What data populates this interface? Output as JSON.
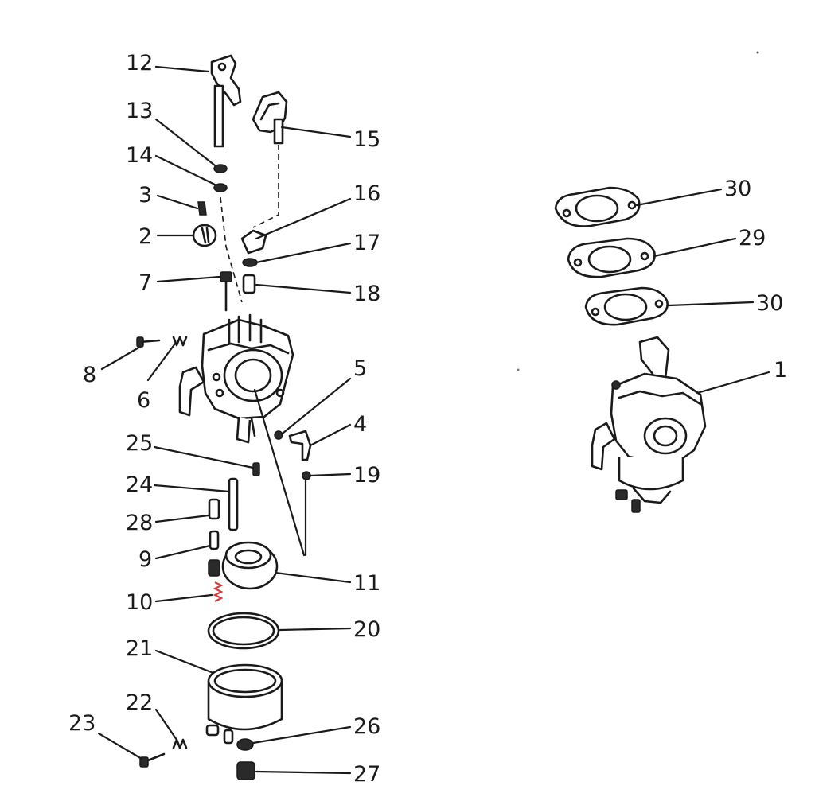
{
  "callouts": [
    {
      "id": "c12",
      "text": "12"
    },
    {
      "id": "c13",
      "text": "13"
    },
    {
      "id": "c14",
      "text": "14"
    },
    {
      "id": "c3",
      "text": "3"
    },
    {
      "id": "c2",
      "text": "2"
    },
    {
      "id": "c7",
      "text": "7"
    },
    {
      "id": "c8",
      "text": "8"
    },
    {
      "id": "c6",
      "text": "6"
    },
    {
      "id": "c15",
      "text": "15"
    },
    {
      "id": "c16",
      "text": "16"
    },
    {
      "id": "c17",
      "text": "17"
    },
    {
      "id": "c18",
      "text": "18"
    },
    {
      "id": "c5",
      "text": "5"
    },
    {
      "id": "c4",
      "text": "4"
    },
    {
      "id": "c19",
      "text": "19"
    },
    {
      "id": "c25",
      "text": "25"
    },
    {
      "id": "c24",
      "text": "24"
    },
    {
      "id": "c28",
      "text": "28"
    },
    {
      "id": "c9",
      "text": "9"
    },
    {
      "id": "c10",
      "text": "10"
    },
    {
      "id": "c11",
      "text": "11"
    },
    {
      "id": "c20",
      "text": "20"
    },
    {
      "id": "c21",
      "text": "21"
    },
    {
      "id": "c22",
      "text": "22"
    },
    {
      "id": "c23",
      "text": "23"
    },
    {
      "id": "c26",
      "text": "26"
    },
    {
      "id": "c27",
      "text": "27"
    },
    {
      "id": "c30a",
      "text": "30"
    },
    {
      "id": "c29",
      "text": "29"
    },
    {
      "id": "c30b",
      "text": "30"
    },
    {
      "id": "c1",
      "text": "1"
    }
  ],
  "colors": {
    "line": "#1a1a1a",
    "highlight": "#d43c3c",
    "background": "#ffffff"
  }
}
